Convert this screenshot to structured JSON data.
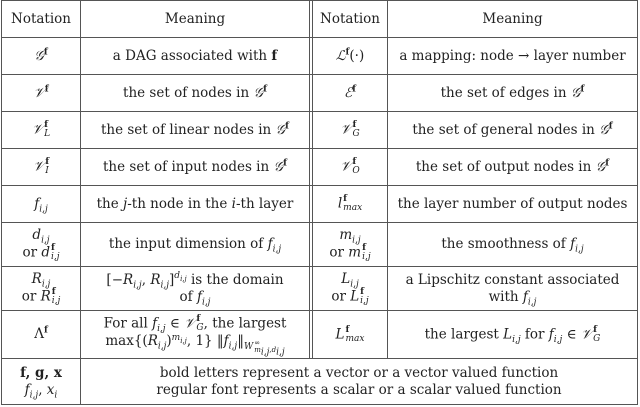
{
  "table": {
    "headers": [
      "Notation",
      "Meaning",
      "Notation",
      "Meaning"
    ],
    "rows": [
      {
        "left_notation": "𝒢^f",
        "left_meaning": "a DAG associated with f",
        "right_notation": "ℒ^f(·)",
        "right_meaning": "a mapping: node → layer number"
      },
      {
        "left_notation": "𝒱^f",
        "left_meaning": "the set of nodes in 𝒢^f",
        "right_notation": "ℰ^f",
        "right_meaning": "the set of edges in 𝒢^f"
      },
      {
        "left_notation": "𝒱^f_L",
        "left_meaning": "the set of linear nodes in 𝒢^f",
        "right_notation": "𝒱^f_G",
        "right_meaning": "the set of general nodes in 𝒢^f"
      },
      {
        "left_notation": "𝒱^f_I",
        "left_meaning": "the set of input nodes in 𝒢^f",
        "right_notation": "𝒱^f_O",
        "right_meaning": "the set of output nodes in 𝒢^f"
      },
      {
        "left_notation": "f_{i,j}",
        "left_meaning": "the j-th node in the i-th layer",
        "right_notation": "l^f_max",
        "right_meaning": "the layer number of output nodes"
      },
      {
        "left_notation": "d_{i,j} or d^f_{i,j}",
        "left_meaning": "the input dimension of f_{i,j}",
        "right_notation": "m_{i,j} or m^f_{i,j}",
        "right_meaning": "the smoothness of f_{i,j}"
      },
      {
        "left_notation": "R_{i,j} or R^f_{i,j}",
        "left_meaning": "[−R_{i,j}, R_{i,j}]^{d_{i,j}} is the domain of f_{i,j}",
        "right_notation": "L_{i,j} or L^f_{i,j}",
        "right_meaning": "a Lipschitz constant associated with f_{i,j}"
      },
      {
        "left_notation": "Λ^f",
        "left_meaning": "For all f_{i,j} ∈ 𝒱^f_G, the largest max{(R_{i,j})^{m_{i,j}}, 1} ‖f_{i,j}‖_{W^∞_{m_{i,j},d_{i,j}}}",
        "right_notation": "L^f_max",
        "right_meaning": "the largest L_{i,j} for f_{i,j} ∈ 𝒱^f_G"
      }
    ],
    "footer": {
      "notation_line1": "f, g, x",
      "notation_line2": "f_{i,j}, x_i",
      "meaning_line1": "bold letters represent a vector or a vector valued function",
      "meaning_line2": "regular font represents a scalar or a scalar valued function"
    },
    "text": {
      "h1": "Notation",
      "h2": "Meaning",
      "h3": "Notation",
      "h4": "Meaning",
      "dag": "a DAG associated with ",
      "mapping": "a mapping: node → layer number",
      "set_nodes": "the set of nodes in ",
      "set_edges": "the set of edges in ",
      "set_linear": "the set of linear nodes in ",
      "set_general": "the set of general nodes in ",
      "set_input": "the set of input nodes in ",
      "set_output": "the set of output nodes in ",
      "jth_a": "the ",
      "jth_b": "-th node in the ",
      "jth_c": "-th layer",
      "layer_num": "the layer number of output nodes",
      "input_dim": "the input dimension of ",
      "smooth": "the smoothness of ",
      "domain_a": " is the domain",
      "domain_b": "of ",
      "lip_a": "a Lipschitz constant associated",
      "lip_b": "with ",
      "forall_a": "For all ",
      "forall_b": ", the largest",
      "largest_L_a": "the largest ",
      "largest_L_b": " for ",
      "or": "or ",
      "bold_desc": "bold letters represent a vector or a vector valued function",
      "regular_desc": "regular font represents a scalar or a scalar valued function"
    }
  }
}
